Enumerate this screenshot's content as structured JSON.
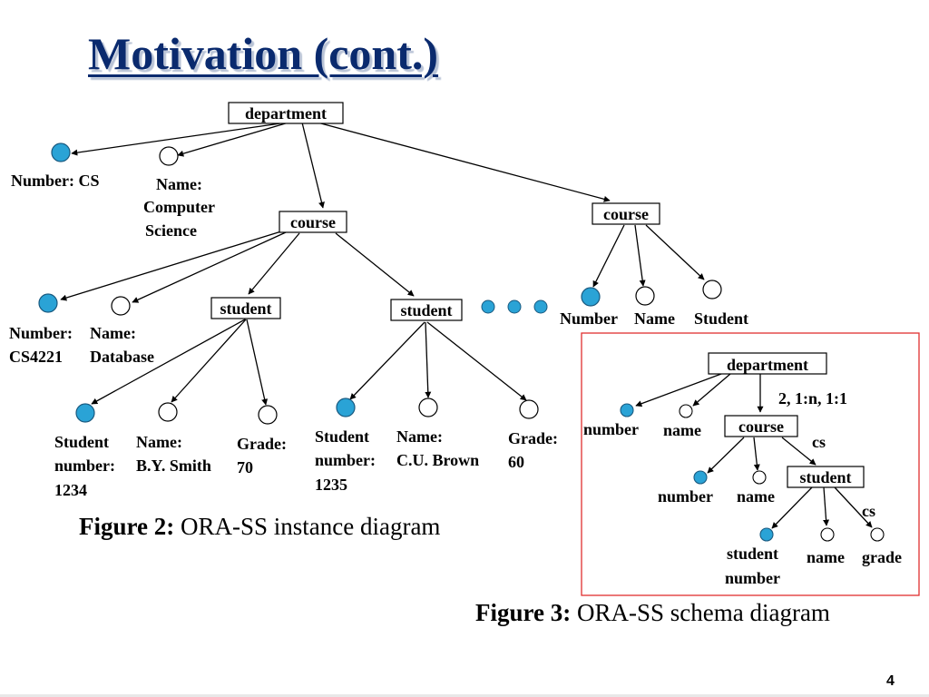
{
  "slide": {
    "title": "Motivation (cont.)",
    "page_number": "4"
  },
  "colors": {
    "filled_node": "#2aa3d6",
    "schema_frame": "#e03030",
    "title": "#0a2a6e"
  },
  "instance_diagram": {
    "caption_label": "Figure 2:",
    "caption_text": "ORA-SS instance diagram",
    "root": "department",
    "dept_number": [
      "Number: CS"
    ],
    "dept_name": [
      "Name:",
      "Computer",
      "Science"
    ],
    "course1": "course",
    "course1_number": [
      "Number:",
      "CS4221"
    ],
    "course1_name": [
      "Name:",
      "Database"
    ],
    "student1": "student",
    "student1_number": [
      "Student",
      "number:",
      "1234"
    ],
    "student1_name": [
      "Name:",
      "B.Y. Smith"
    ],
    "student1_grade": [
      "Grade:",
      "70"
    ],
    "student2": "student",
    "student2_number": [
      "Student",
      "number:",
      "1235"
    ],
    "student2_name": [
      "Name:",
      "C.U. Brown"
    ],
    "student2_grade": [
      "Grade:",
      "60"
    ],
    "course2": "course",
    "course2_labels": [
      "Number",
      "Name",
      "Student"
    ]
  },
  "schema_diagram": {
    "caption_label": "Figure 3:",
    "caption_text": "ORA-SS schema diagram",
    "root": "department",
    "relationship": "2, 1:n, 1:1",
    "dept_attr_number": "number",
    "dept_attr_name": "name",
    "course": "course",
    "course_rel": "cs",
    "course_attr_number": "number",
    "course_attr_name": "name",
    "student": "student",
    "student_rel": "cs",
    "student_attr_number": [
      "student",
      "number"
    ],
    "student_attr_name": "name",
    "student_attr_grade": "grade"
  }
}
